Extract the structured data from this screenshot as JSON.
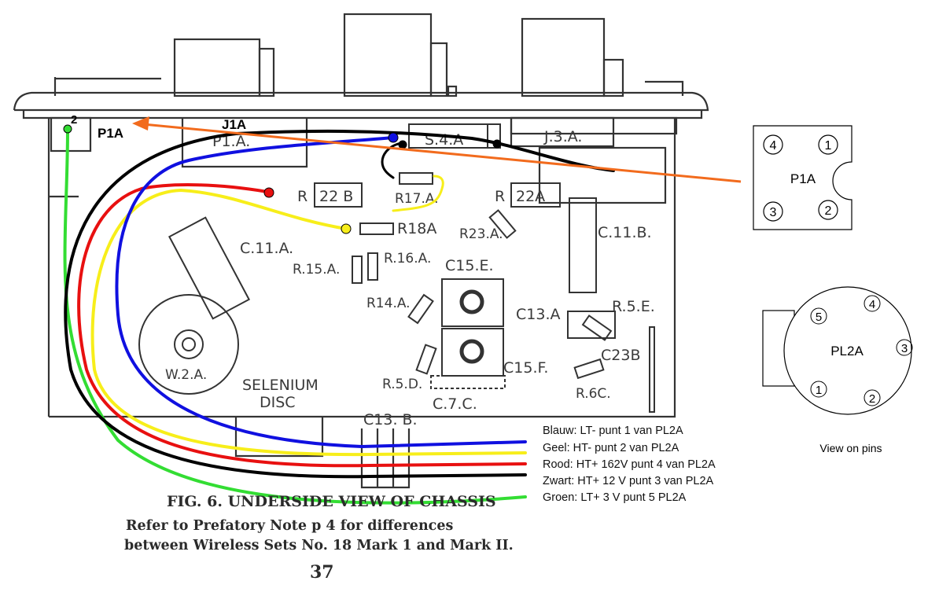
{
  "chassis_labels": {
    "p1a_chassis": "P1.A.",
    "s4a": "S.4.A",
    "j3a": "J.3.A.",
    "r22b": "R",
    "r22b_box": "22 B",
    "r22a": "R",
    "r22a_box": "22A",
    "r17a": "R17.A.",
    "r18a": "R18A",
    "r23a": "R23.A.",
    "c11b": "C.11.B.",
    "c11a": "C.11.A.",
    "r15a": "R.15.A.",
    "r16a": "R.16.A.",
    "c15e": "C15.E.",
    "r14a": "R14.A.",
    "c13a": "C13.A",
    "r5e": "R.5.E.",
    "c23b": "C23B",
    "w2a": "W.2.A.",
    "selenium1": "SELENIUM",
    "selenium2": "DISC",
    "r5d": "R.5.D.",
    "c15f": "C15.F.",
    "r6c": "R.6C.",
    "c7c": "C.7.C.",
    "c13b": "C13. B."
  },
  "annotations": {
    "pin2": "2",
    "p1a": "P1A",
    "j1a": "J1A"
  },
  "caption": {
    "title": "FIG. 6.   UNDERSIDE VIEW OF CHASSIS",
    "line1": "Refer to Prefatory Note p 4 for differences",
    "line2": "between Wireless Sets No. 18 Mark 1 and Mark II.",
    "page": "37"
  },
  "legend": {
    "blue": "Blauw: LT- punt 1 van PL2A",
    "yellow": "Geel: HT- punt 2 van PL2A",
    "red": "Rood: HT+ 162V punt 4 van PL2A",
    "black": "Zwart: HT+ 12 V punt 3 van PL2A",
    "green": "Groen: LT+ 3 V punt 5 PL2A"
  },
  "p1a_connector": {
    "label": "P1A",
    "pins": [
      "4",
      "1",
      "3",
      "2"
    ]
  },
  "pl2a_connector": {
    "label": "PL2A",
    "pins": [
      "5",
      "4",
      "3",
      "1",
      "2"
    ],
    "caption": "View on pins"
  },
  "colors": {
    "blue": "#1010e0",
    "yellow": "#f7ee1a",
    "red": "#e81010",
    "black": "#000000",
    "green": "#33dd33",
    "orange": "#f26b1d"
  }
}
